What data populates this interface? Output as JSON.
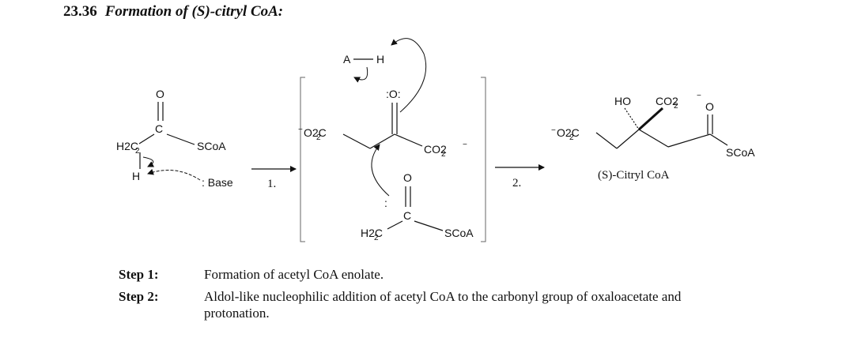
{
  "heading": {
    "number": "23.36",
    "title": "Formation of (S)-citryl CoA:"
  },
  "scheme": {
    "acetyl_coa": {
      "o": "O",
      "c": "C",
      "h2c": "H2C",
      "scoa": "SCoA",
      "h": "H",
      "base": ": Base"
    },
    "oxaloacetate": {
      "acid": "A",
      "h": "H",
      "carbonyl_o": ":O:",
      "o2c": "O2C",
      "co2": "CO2"
    },
    "enolate": {
      "o": "O",
      "c": "C",
      "h2c": "H2C",
      "scoa": "SCoA"
    },
    "product": {
      "ho": "HO",
      "co2": "CO2",
      "o": "O",
      "o2c": "O2C",
      "scoa": "SCoA",
      "name": "(S)-Citryl CoA"
    },
    "arrows": {
      "step1": "1.",
      "step2": "2."
    }
  },
  "steps": [
    {
      "label": "Step 1:",
      "text": "Formation of acetyl CoA enolate."
    },
    {
      "label": "Step 2:",
      "text": "Aldol-like nucleophilic addition of acetyl CoA to the carbonyl group of oxaloacetate and protonation."
    }
  ]
}
